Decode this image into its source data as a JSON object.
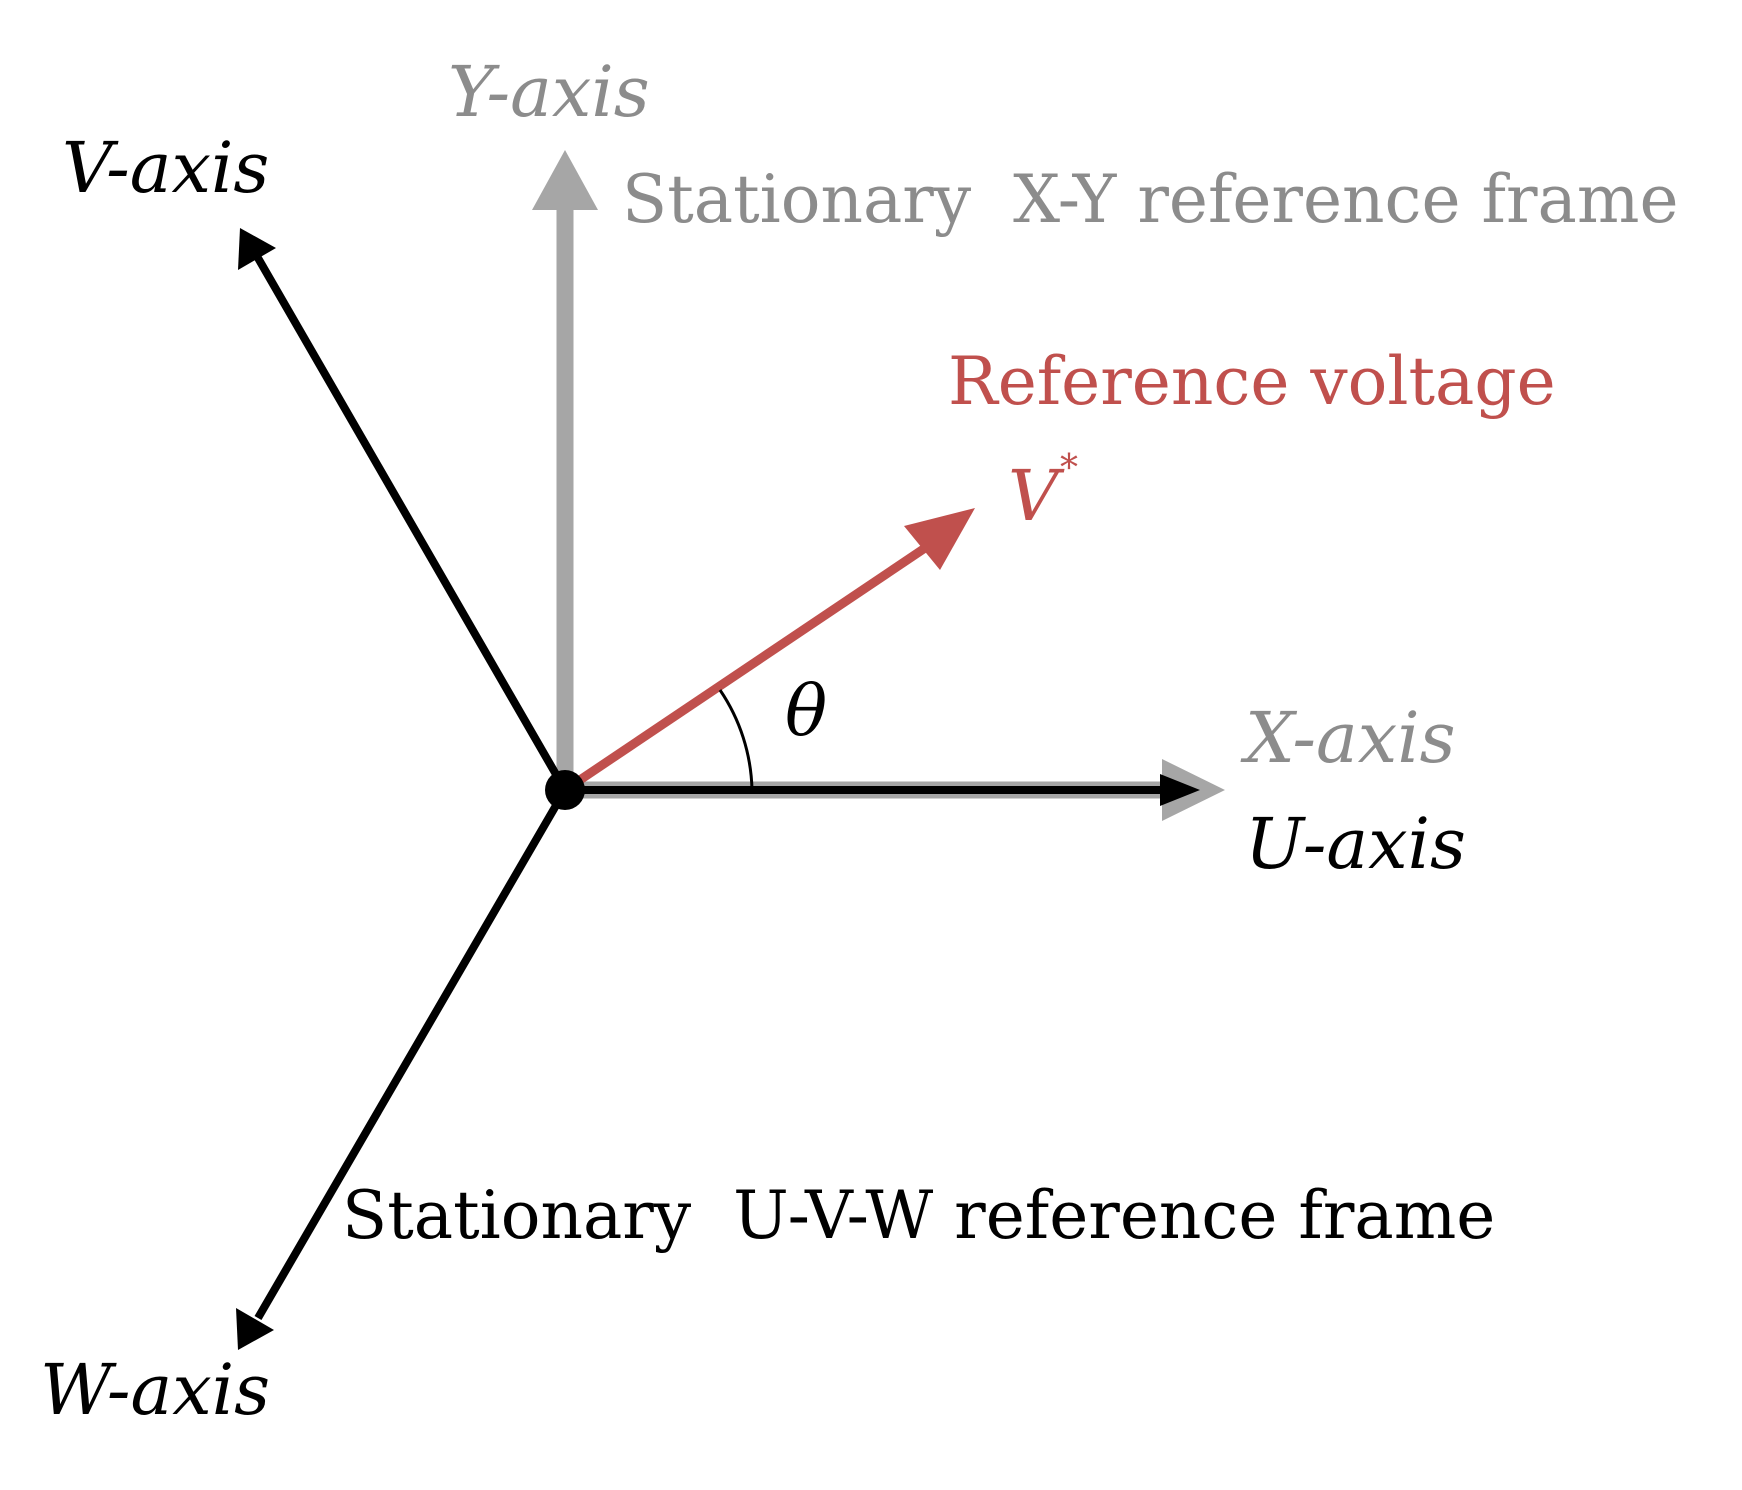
{
  "colors": {
    "uvw": "#000000",
    "xy": "#a6a6a6",
    "xy_text": "#8c8c8c",
    "reference": "#c0504d"
  },
  "labels": {
    "y_axis": "Y-axis",
    "x_axis": "X-axis",
    "u_axis": "U-axis",
    "v_axis": "V-axis",
    "w_axis": "W-axis",
    "xy_frame": "Stationary  X-Y reference frame",
    "uvw_frame": "Stationary  U-V-W reference frame",
    "reference_voltage": "Reference voltage",
    "v_star": "V",
    "v_star_sup": "*",
    "theta": "θ"
  }
}
